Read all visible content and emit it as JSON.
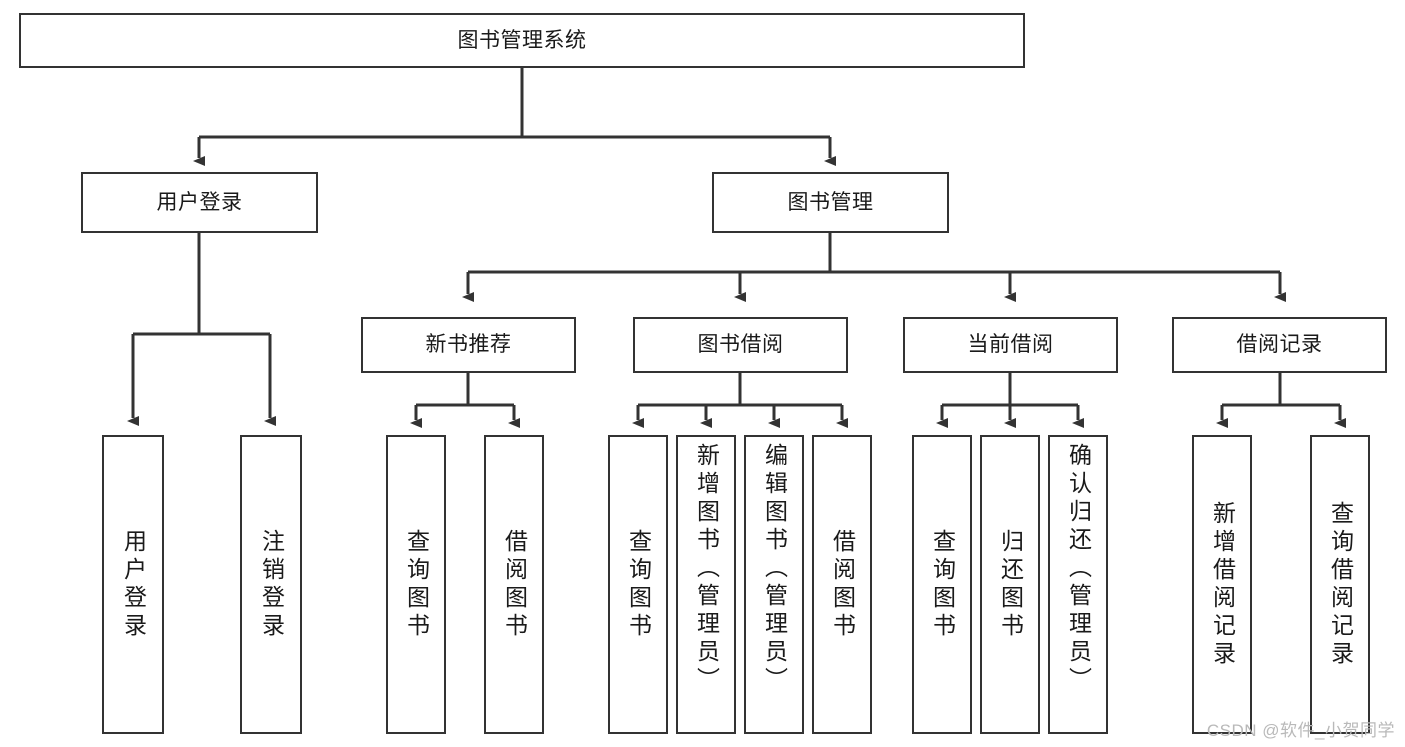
{
  "diagram": {
    "type": "tree",
    "title": "图书管理系统",
    "root": {
      "id": "root",
      "label": "图书管理系统"
    },
    "level1": [
      {
        "id": "user-login",
        "label": "用户登录"
      },
      {
        "id": "book-management",
        "label": "图书管理"
      }
    ],
    "level2": [
      {
        "id": "new-book-recommend",
        "label": "新书推荐",
        "parent": "book-management"
      },
      {
        "id": "book-borrow",
        "label": "图书借阅",
        "parent": "book-management"
      },
      {
        "id": "current-borrow",
        "label": "当前借阅",
        "parent": "book-management"
      },
      {
        "id": "borrow-record",
        "label": "借阅记录",
        "parent": "book-management"
      }
    ],
    "leaves": [
      {
        "id": "leaf-user-login",
        "label": "用户登录",
        "parent": "user-login"
      },
      {
        "id": "leaf-logout-login",
        "label": "注销登录",
        "parent": "user-login"
      },
      {
        "id": "leaf-query-book-1",
        "label": "查询图书",
        "parent": "new-book-recommend"
      },
      {
        "id": "leaf-borrow-book-1",
        "label": "借阅图书",
        "parent": "new-book-recommend"
      },
      {
        "id": "leaf-query-book-2",
        "label": "查询图书",
        "parent": "book-borrow"
      },
      {
        "id": "leaf-add-book",
        "label": "新增图书（管理员）",
        "parent": "book-borrow"
      },
      {
        "id": "leaf-edit-book",
        "label": "编辑图书（管理员）",
        "parent": "book-borrow"
      },
      {
        "id": "leaf-borrow-book-2",
        "label": "借阅图书",
        "parent": "book-borrow"
      },
      {
        "id": "leaf-query-book-3",
        "label": "查询图书",
        "parent": "current-borrow"
      },
      {
        "id": "leaf-return-book",
        "label": "归还图书",
        "parent": "current-borrow"
      },
      {
        "id": "leaf-confirm-return",
        "label": "确认归还（管理员）",
        "parent": "current-borrow"
      },
      {
        "id": "leaf-add-record",
        "label": "新增借阅记录",
        "parent": "borrow-record"
      },
      {
        "id": "leaf-query-record",
        "label": "查询借阅记录",
        "parent": "borrow-record"
      }
    ]
  },
  "watermark": {
    "text": "CSDN @软件_小贺同学"
  },
  "colors": {
    "box_border": "#333333",
    "box_fill": "#ffffff",
    "connector": "#333333",
    "text": "#1a1a1a",
    "watermark": "#b9b9b9",
    "background": "#ffffff"
  }
}
